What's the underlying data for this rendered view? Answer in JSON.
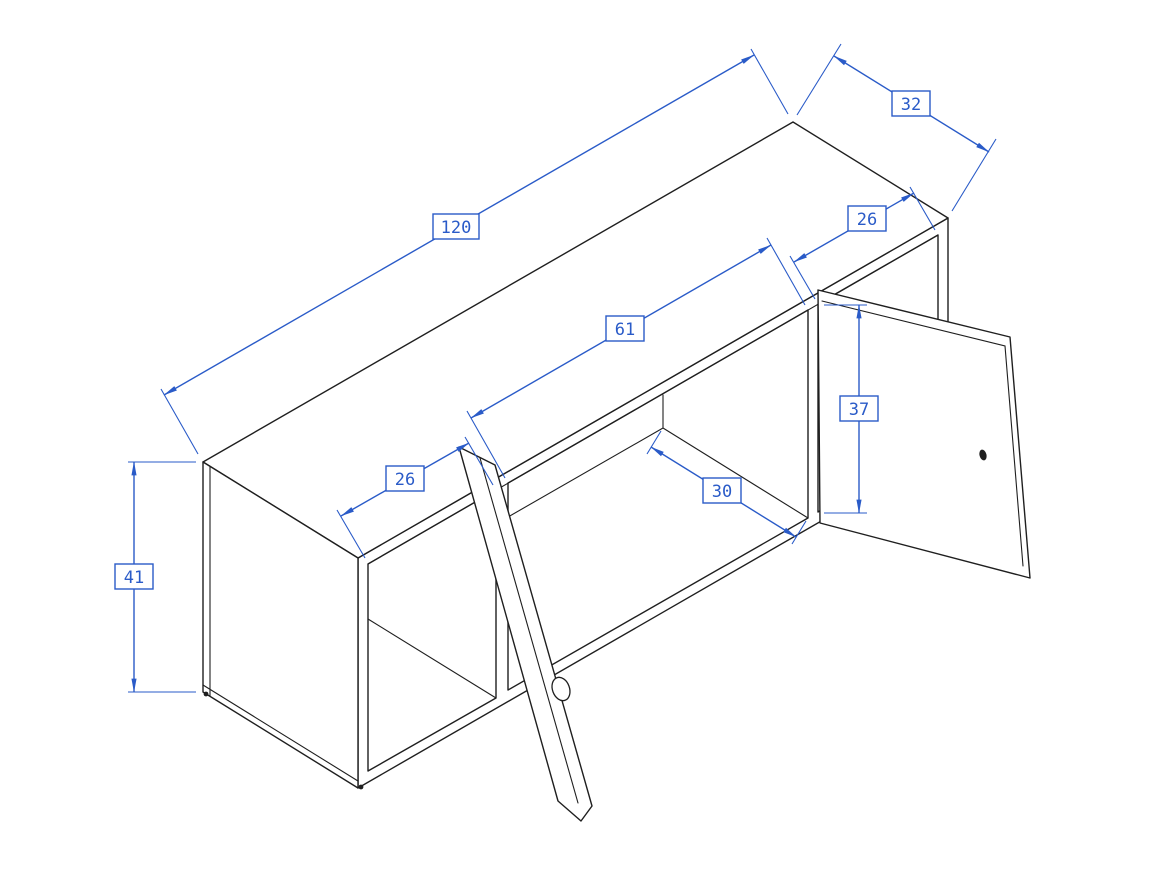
{
  "drawing": {
    "kind": "cabinet-dimension-diagram",
    "line_color": "#1f1f1f",
    "dimension_color": "#2a5bc8",
    "background_color": "#ffffff",
    "dimensions": {
      "length": "120",
      "depth": "32",
      "right_opening_width": "26",
      "middle_opening_width": "61",
      "opening_height": "37",
      "left_opening_width": "26",
      "interior_depth": "30",
      "height": "41"
    }
  }
}
